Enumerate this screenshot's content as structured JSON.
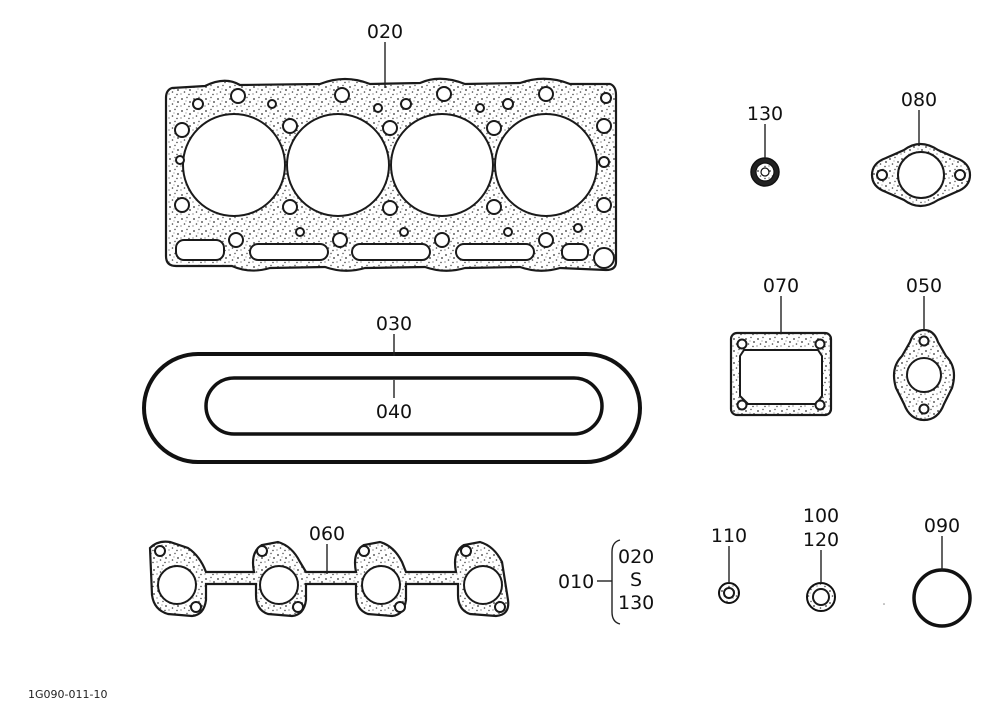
{
  "labels": {
    "p020": "020",
    "p030": "030",
    "p040": "040",
    "p050": "050",
    "p060": "060",
    "p070": "070",
    "p080": "080",
    "p090": "090",
    "p100": "100",
    "p110": "110",
    "p120": "120",
    "p130": "130"
  },
  "kit": {
    "number": "010",
    "range_start": "020",
    "range_sep": "S",
    "range_end": "130"
  },
  "figure_code": "1G090-011-10",
  "colors": {
    "line": "#1a1a1a",
    "paper": "#ffffff"
  }
}
